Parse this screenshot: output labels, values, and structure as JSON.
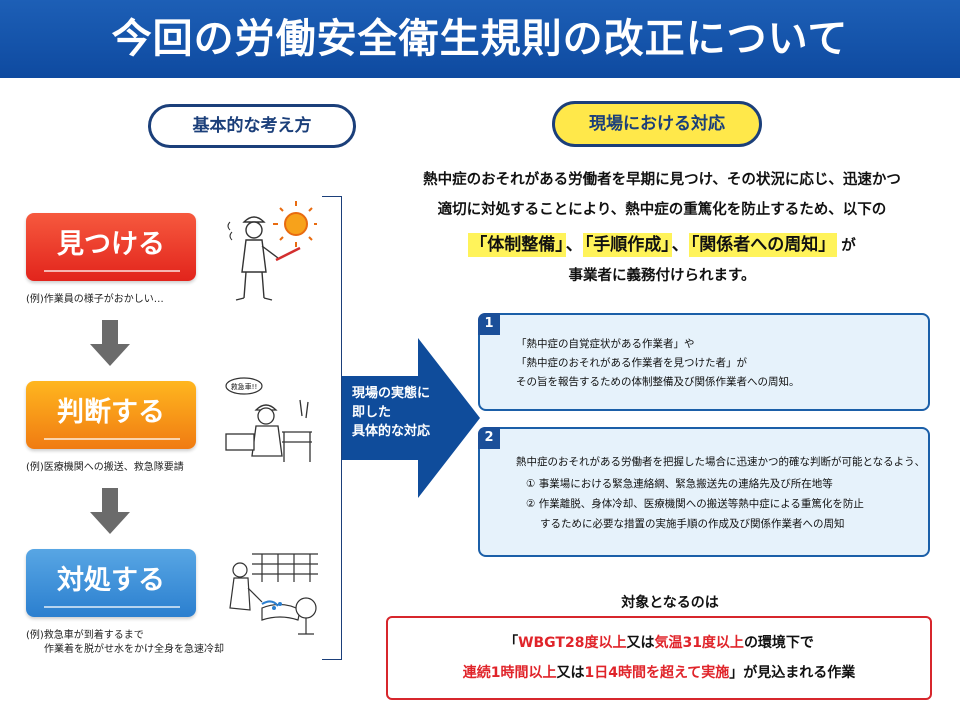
{
  "header": {
    "title": "今回の労働安全衛生規則の改正について"
  },
  "left": {
    "heading": "基本的な考え方",
    "steps": [
      {
        "label": "見つける",
        "example_1": "(例)作業員の様子がおかしい…",
        "example_2": ""
      },
      {
        "label": "判断する",
        "example_1": "(例)医療機関への搬送、救急隊要請",
        "example_2": ""
      },
      {
        "label": "対処する",
        "example_1": "(例)救急車が到着するまで",
        "example_2": "作業着を脱がせ水をかけ全身を急速冷却"
      }
    ],
    "speech_bubble": "救急車!!"
  },
  "arrow": {
    "line_1": "現場の実態に",
    "line_2": "即した",
    "line_3": "具体的な対応"
  },
  "right": {
    "heading": "現場における対応",
    "intro_1": "熱中症のおそれがある労働者を早期に見つけ、その状況に応じ、迅速かつ",
    "intro_2": "適切に対処することにより、熱中症の重篤化を防止するため、以下の",
    "highlight_1": "「体制整備」",
    "sep_1": "、",
    "highlight_2": "「手順作成」",
    "sep_2": "、",
    "highlight_3": "「関係者への周知」",
    "highlight_tail": "が",
    "intro_3": "事業者に義務付けられます。",
    "boxes": [
      {
        "number": "1",
        "lines": [
          "「熱中症の自覚症状がある作業者」や",
          "「熱中症のおそれがある作業者を見つけた者」が",
          "その旨を報告するための体制整備及び関係作業者への周知。"
        ]
      },
      {
        "number": "2",
        "lines": [
          "熱中症のおそれがある労働者を把握した場合に迅速かつ的確な判断が可能となるよう、",
          "① 事業場における緊急連絡網、緊急搬送先の連絡先及び所在地等",
          "② 作業離脱、身体冷却、医療機関への搬送等熱中症による重篤化を防止",
          "するために必要な措置の実施手順の作成及び関係作業者への周知"
        ]
      }
    ],
    "target_label": "対象となるのは",
    "target": {
      "l1_a": "「",
      "l1_b": "WBGT28度以上",
      "l1_c": "又は",
      "l1_d": "気温31度以上",
      "l1_e": "の環境下で",
      "l2_a": "連続1時間以上",
      "l2_b": "又は",
      "l2_c": "1日4時間を超えて実施",
      "l2_d": "」が見込まれる作業"
    }
  },
  "colors": {
    "header": "#0e4aa0",
    "navy": "#1b3f7a",
    "yellow": "#ffe84a",
    "red": "#e0242a",
    "step_red": "#e2241c",
    "step_orange": "#f07b12",
    "step_blue": "#2b7fcf",
    "box_bg": "#e6f2fb"
  }
}
